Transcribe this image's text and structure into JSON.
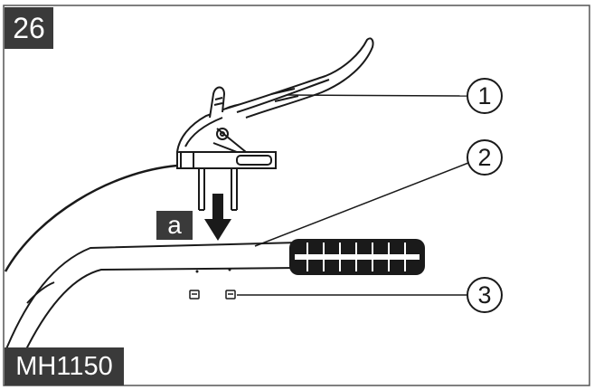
{
  "figure_label": "26",
  "model_label": "MH1150",
  "step_label": "a",
  "callouts": [
    {
      "number": "1",
      "part": "brake-lever"
    },
    {
      "number": "2",
      "part": "handlebar"
    },
    {
      "number": "3",
      "part": "mounting-nuts"
    }
  ],
  "colors": {
    "line": "#1a1a1a",
    "tag_bg": "#3a3a3a",
    "tag_text": "#ffffff",
    "frame_border": "#555555"
  }
}
